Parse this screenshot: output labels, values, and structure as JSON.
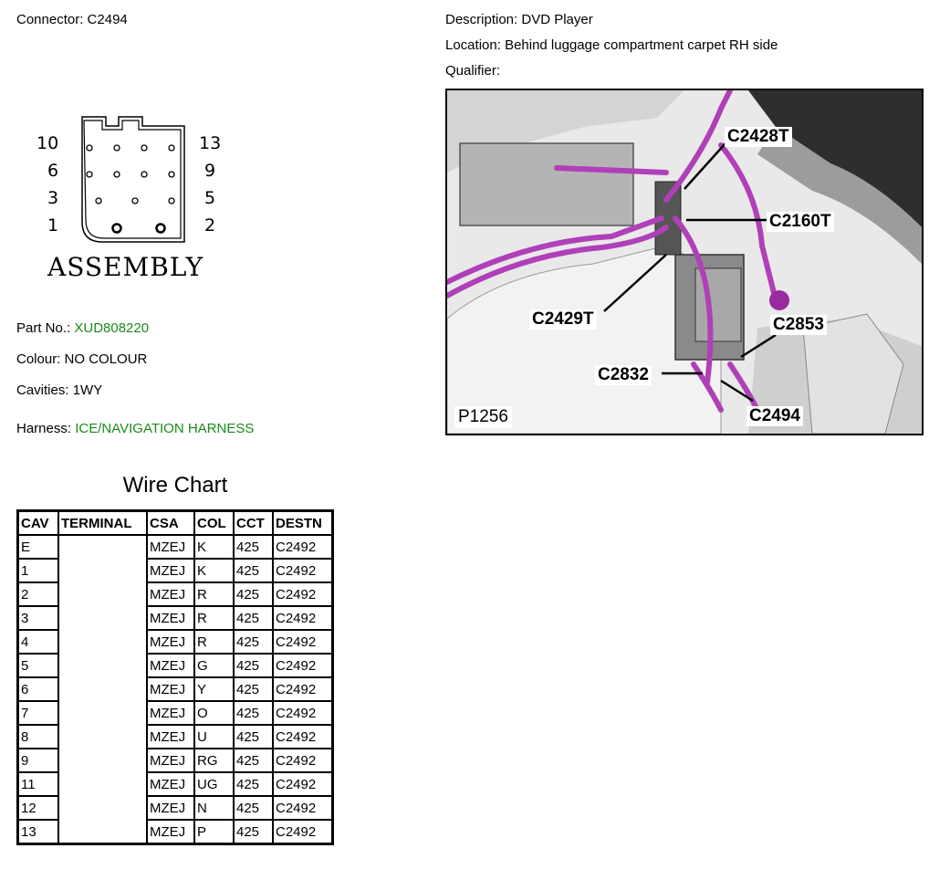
{
  "connector": {
    "label": "Connector:",
    "value": "C2494"
  },
  "description": {
    "label": "Description:",
    "value": "DVD Player"
  },
  "location": {
    "label": "Location:",
    "value": "Behind luggage compartment carpet RH side"
  },
  "qualifier": {
    "label": "Qualifier:",
    "value": ""
  },
  "pin_numbers": {
    "p10": "10",
    "p13": "13",
    "p6": "6",
    "p9": "9",
    "p3": "3",
    "p5": "5",
    "p1": "1",
    "p2": "2"
  },
  "assembly_label": "ASSEMBLY",
  "part_no": {
    "label": "Part No.:",
    "value": "XUD808220"
  },
  "colour": {
    "label": "Colour:",
    "value": "NO COLOUR"
  },
  "cavities": {
    "label": "Cavities:",
    "value": "1WY"
  },
  "harness": {
    "label": "Harness:",
    "value": "ICE/NAVIGATION HARNESS"
  },
  "wire_chart": {
    "title": "Wire Chart",
    "headers": [
      "CAV",
      "TERMINAL",
      "CSA",
      "COL",
      "CCT",
      "DESTN"
    ],
    "rows": [
      [
        "E",
        "",
        "MZEJ",
        "K",
        "425",
        "C2492"
      ],
      [
        "1",
        "",
        "MZEJ",
        "K",
        "425",
        "C2492"
      ],
      [
        "2",
        "",
        "MZEJ",
        "R",
        "425",
        "C2492"
      ],
      [
        "3",
        "",
        "MZEJ",
        "R",
        "425",
        "C2492"
      ],
      [
        "4",
        "",
        "MZEJ",
        "R",
        "425",
        "C2492"
      ],
      [
        "5",
        "",
        "MZEJ",
        "G",
        "425",
        "C2492"
      ],
      [
        "6",
        "",
        "MZEJ",
        "Y",
        "425",
        "C2492"
      ],
      [
        "7",
        "",
        "MZEJ",
        "O",
        "425",
        "C2492"
      ],
      [
        "8",
        "",
        "MZEJ",
        "U",
        "425",
        "C2492"
      ],
      [
        "9",
        "",
        "MZEJ",
        "RG",
        "425",
        "C2492"
      ],
      [
        "11",
        "",
        "MZEJ",
        "UG",
        "425",
        "C2492"
      ],
      [
        "12",
        "",
        "MZEJ",
        "N",
        "425",
        "C2492"
      ],
      [
        "13",
        "",
        "MZEJ",
        "P",
        "425",
        "C2492"
      ]
    ]
  },
  "photo": {
    "ref": "P1256",
    "callouts": [
      "C2428T",
      "C2160T",
      "C2429T",
      "C2853",
      "C2832",
      "C2494"
    ]
  },
  "colors": {
    "link_green": "#1a8a1a",
    "harness_magenta": "#b040b8"
  }
}
